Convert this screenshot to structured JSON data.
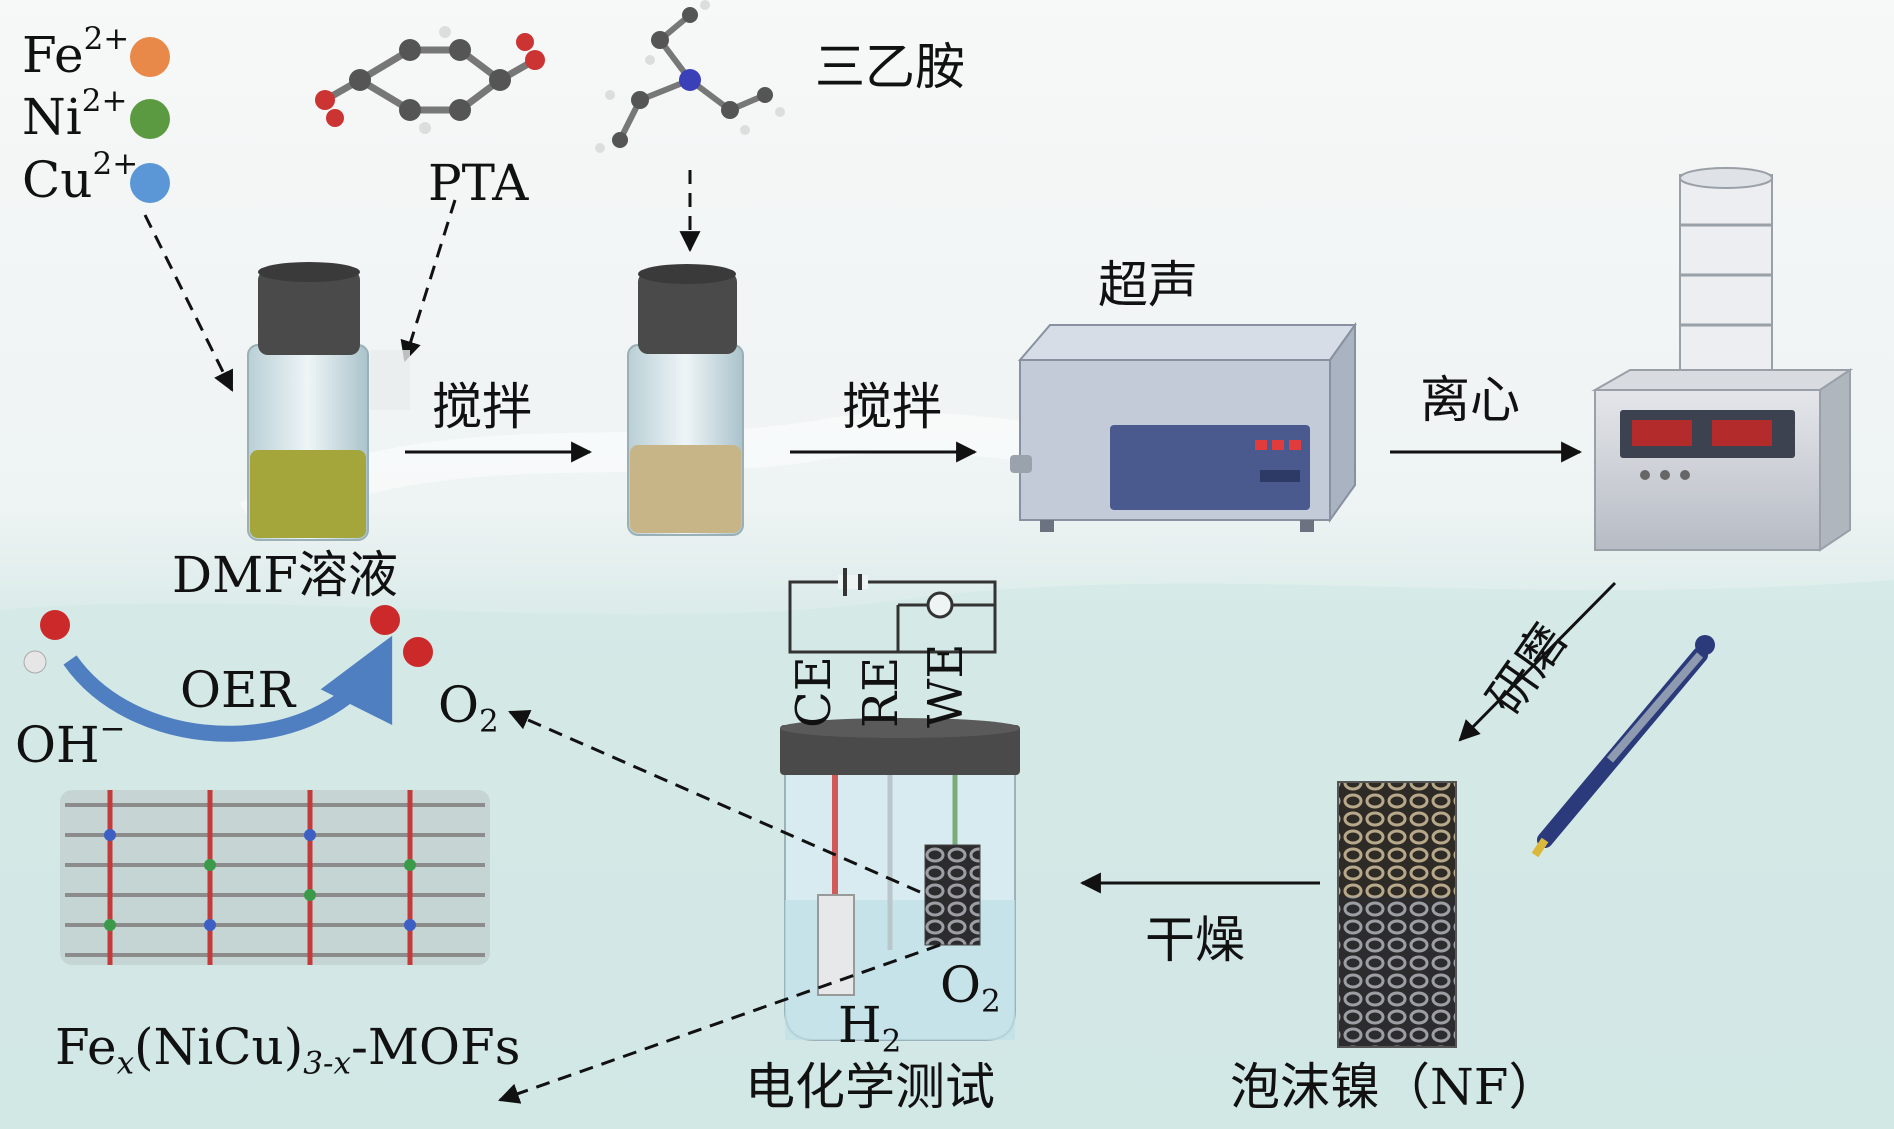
{
  "ions": [
    {
      "symbol": "Fe",
      "charge": "2+",
      "color": "#e8894a"
    },
    {
      "symbol": "Ni",
      "charge": "2+",
      "color": "#5c9a42"
    },
    {
      "symbol": "Cu",
      "charge": "2+",
      "color": "#5b97d6"
    }
  ],
  "reagents": {
    "pta": "PTA",
    "triethylamine": "三乙胺"
  },
  "steps": {
    "stir_1": "搅拌",
    "stir_2": "搅拌",
    "ultrasonic": "超声",
    "centrifuge": "离心",
    "grinding": "研磨",
    "drying": "干燥"
  },
  "solution_label": "DMF溶液",
  "nickel_foam_label": "泡沫镍（NF）",
  "electrochem": {
    "ce": "CE",
    "re": "RE",
    "we": "WE",
    "h2": {
      "base": "H",
      "sub": "2"
    },
    "o2": {
      "base": "O",
      "sub": "2"
    },
    "caption": "电化学测试"
  },
  "oer": {
    "reaction": "OER",
    "reactant": {
      "base": "OH",
      "sup": "−"
    },
    "product": {
      "base": "O",
      "sub": "2"
    }
  },
  "product_formula": {
    "p1": "Fe",
    "s1": "x",
    "p2": "(NiCu)",
    "s2": "3-x",
    "p3": "-MOFs"
  },
  "colors": {
    "solution_1": "#a4a63c",
    "solution_2": "#c7b487",
    "cap": "#4a4a4a",
    "water": "#cfe6e4",
    "arrow_oer": "#4f7fc0"
  }
}
